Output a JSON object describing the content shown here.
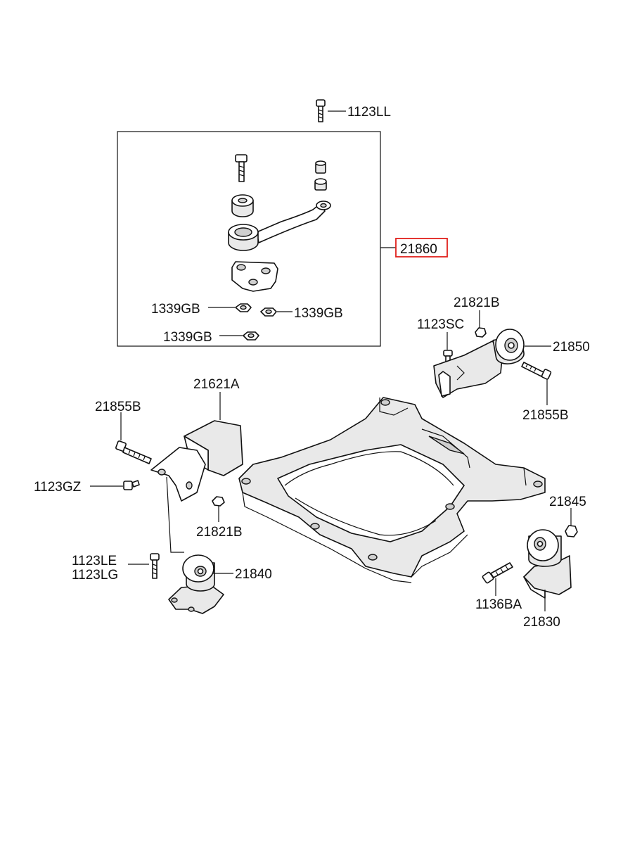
{
  "diagram": {
    "highlight_color": "#e0201b",
    "labels": {
      "l_1123LL": "1123LL",
      "l_21860": "21860",
      "l_1339GB_a": "1339GB",
      "l_1339GB_b": "1339GB",
      "l_1339GB_c": "1339GB",
      "l_21821B_top": "21821B",
      "l_1123SC": "1123SC",
      "l_21850": "21850",
      "l_21855B_right": "21855B",
      "l_21621A": "21621A",
      "l_21855B_left": "21855B",
      "l_1123GZ": "1123GZ",
      "l_21821B_mid": "21821B",
      "l_21845": "21845",
      "l_1123LE": "1123LE",
      "l_1123LG": "1123LG",
      "l_21840": "21840",
      "l_1136BA": "1136BA",
      "l_21830": "21830"
    }
  }
}
